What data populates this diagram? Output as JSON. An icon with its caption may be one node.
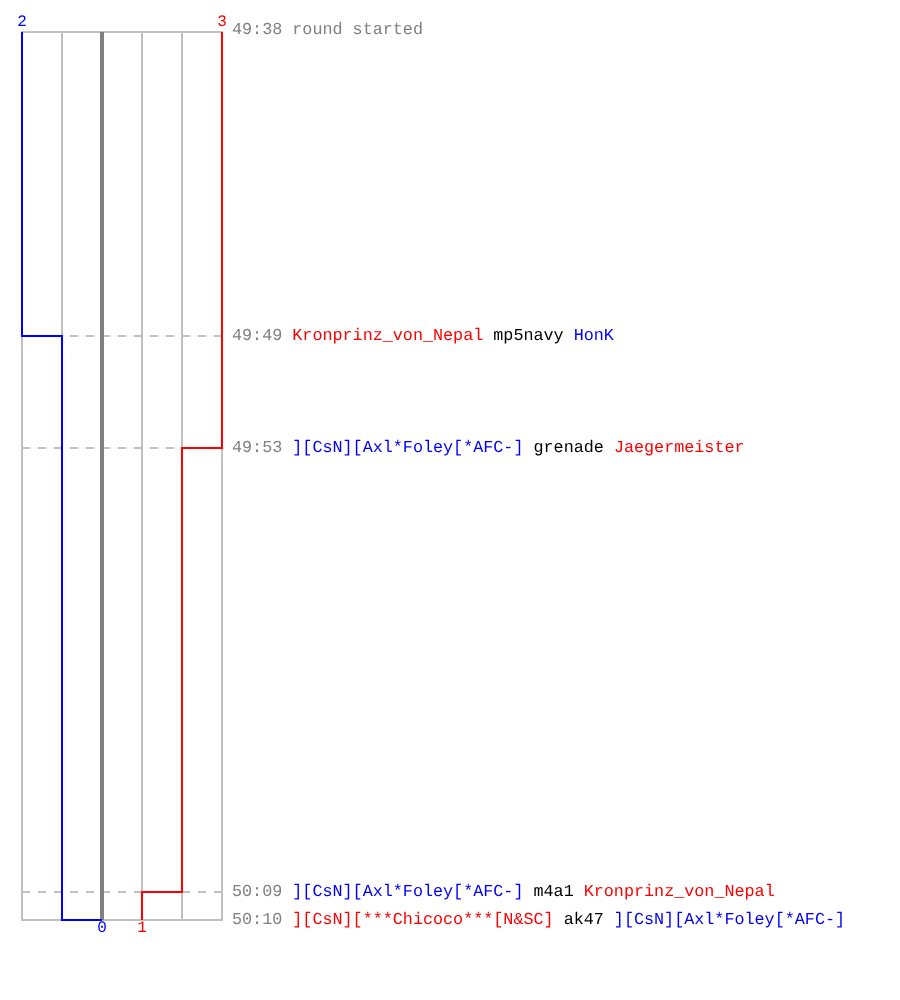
{
  "diagram": {
    "labels": [
      "2",
      "3",
      "49:38",
      "round started",
      "49:49",
      "Kronprinz_von_Nepal",
      "mp5navy",
      "HonK",
      "49:53",
      "][CsN][Axl*Foley[*AFC-]",
      "grenade",
      "Jaegermeister",
      "50:09",
      "][CsN][Axl*Foley[*AFC-]",
      "m4a1",
      "Kronprinz_von_Nepal",
      "0",
      "1",
      "50:10",
      "][CsN][***Chicoco***[N&SC]",
      "ak47",
      "][CsN][Axl*Foley[*AFC-]"
    ]
  }
}
